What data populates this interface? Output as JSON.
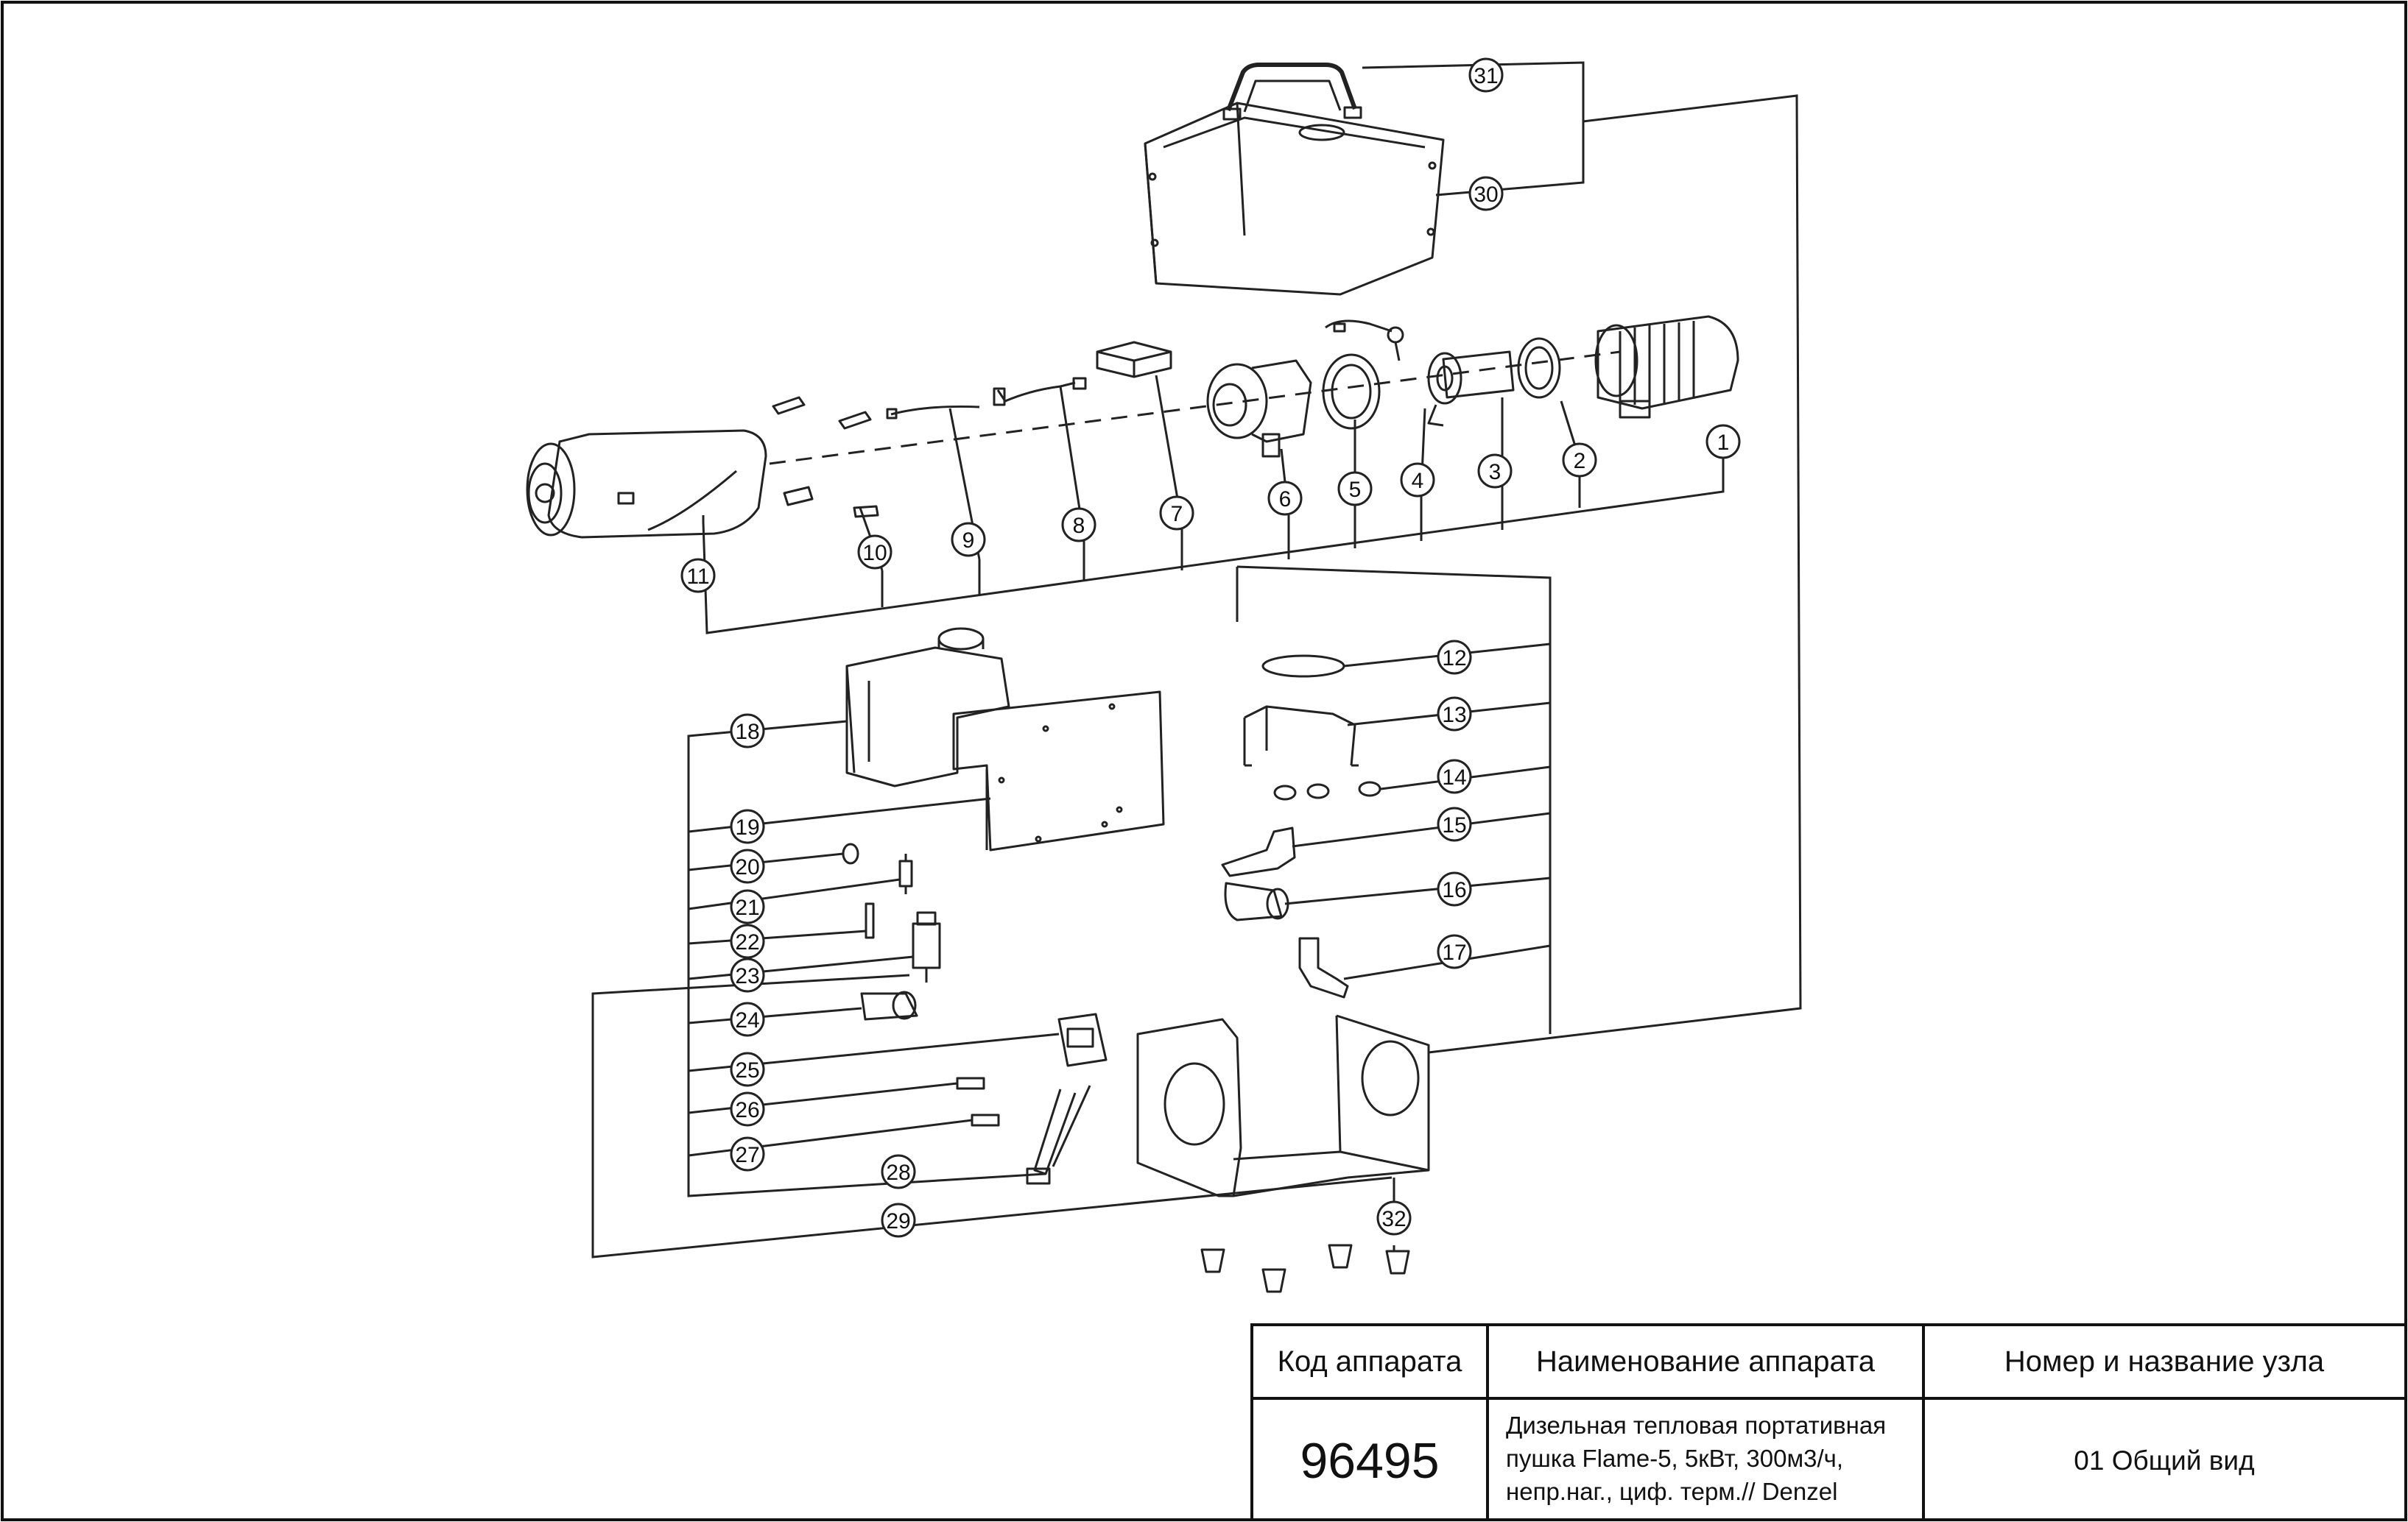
{
  "callouts": [
    "1",
    "2",
    "3",
    "4",
    "5",
    "6",
    "7",
    "8",
    "9",
    "10",
    "11",
    "12",
    "13",
    "14",
    "15",
    "16",
    "17",
    "18",
    "19",
    "20",
    "21",
    "22",
    "23",
    "24",
    "25",
    "26",
    "27",
    "28",
    "29",
    "30",
    "31",
    "32"
  ],
  "title_block": {
    "header_code": "Код аппарата",
    "header_name": "Наименование аппарата",
    "header_unit": "Номер и название узла",
    "code": "96495",
    "name_lines": [
      "Дизельная тепловая портативная",
      "пушка  Flame-5, 5кВт, 300м3/ч,",
      "непр.наг., циф. терм.// Denzel"
    ],
    "unit": "01 Общий вид"
  }
}
